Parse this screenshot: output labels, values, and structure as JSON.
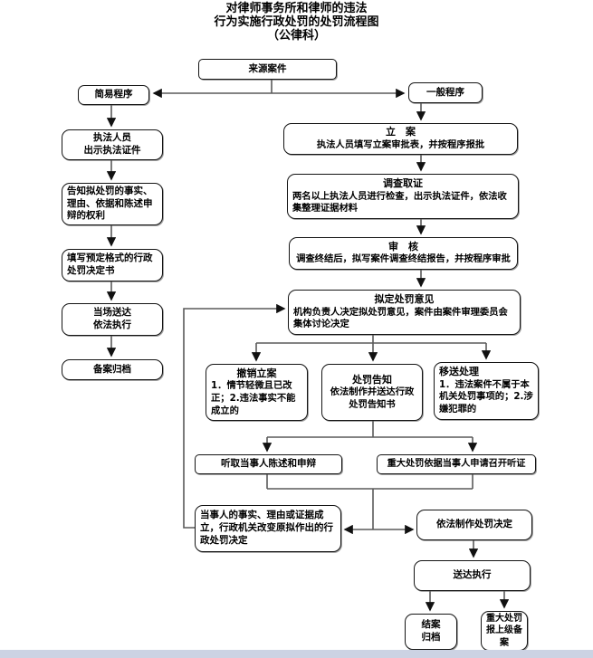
{
  "page": {
    "bottom_bar_color": "#ccd3e3"
  },
  "title": {
    "line1": "对律师事务所和律师的违法",
    "line2": "行为实施行政处罚的处罚流程图",
    "line3": "（公律科）"
  },
  "nodes": {
    "source_case": {
      "label": "来源案件"
    },
    "simple_procedure": {
      "label": "简易程序"
    },
    "general_procedure": {
      "label": "一般程序"
    },
    "show_credentials": {
      "label": "执法人员\n出示执法证件"
    },
    "inform_rights": {
      "label": "告知拟处罚的事实、理由、依据和陈述申辩的权利"
    },
    "fill_decision": {
      "label": "填写预定格式的行政处罚决定书"
    },
    "onspot_delivery": {
      "label": "当场送达\n依法执行"
    },
    "record_archive": {
      "label": "备案归档"
    },
    "case_filing": {
      "title": "立　案",
      "body": "执法人员填写立案审批表，并按程序报批"
    },
    "investigation": {
      "title": "调查取证",
      "body": "两名以上执法人员进行检查，出示执法证件，依法收集整理证据材料"
    },
    "review": {
      "title": "审　核",
      "body": "调查终结后，拟写案件调查终结报告，并按程序审批"
    },
    "draft_opinion": {
      "title": "拟定处罚意见",
      "body": "机构负责人决定拟处罚意见，案件由案件审理委员会集体讨论决定"
    },
    "withdraw_filing": {
      "title": "撤销立案",
      "body": "1．情节轻微且已改正；2.违法事实不能成立的"
    },
    "penalty_notice": {
      "title": "处罚告知",
      "body": "依法制作并送达行政处罚告知书"
    },
    "transfer": {
      "title": "移送处理",
      "body": "1．违法案件不属于本机关处罚事项的；2.涉嫌犯罪的"
    },
    "hear_statement": {
      "label": "听取当事人陈述和申辩"
    },
    "hold_hearing": {
      "label": "重大处罚依据当事人申请召开听证"
    },
    "change_decision": {
      "label": "当事人的事实、理由或证据成立，行政机关改变原拟作出的行政处罚决定"
    },
    "make_decision": {
      "label": "依法制作处罚决定"
    },
    "deliver_execute": {
      "label": "送达执行"
    },
    "close_archive": {
      "label": "结案\n归档"
    },
    "report_superior": {
      "label": "重大处罚报上级备案"
    }
  }
}
